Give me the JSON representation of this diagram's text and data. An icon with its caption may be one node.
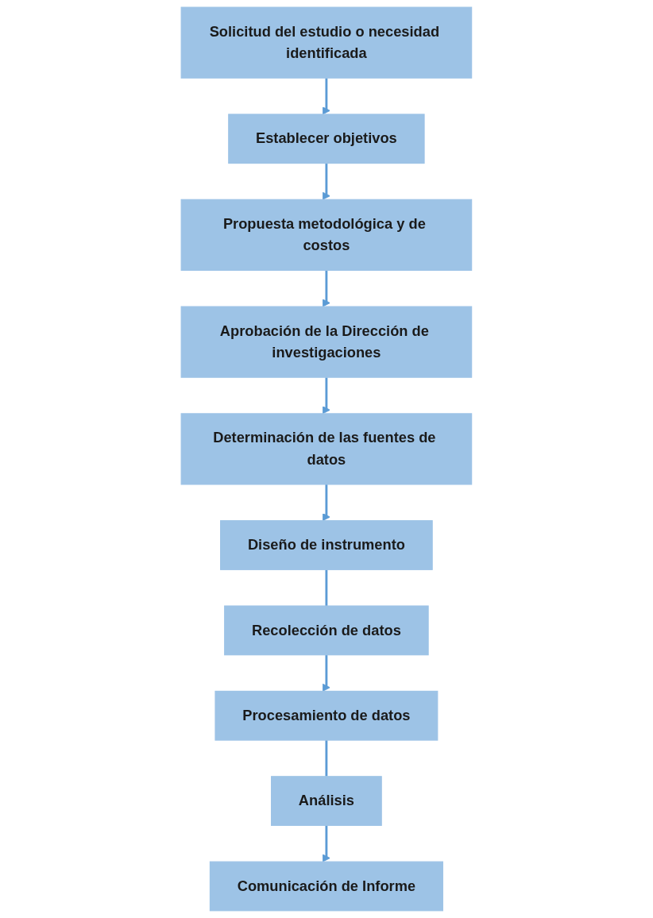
{
  "diagram": {
    "nodes": [
      {
        "text": [
          "Solicitud del estudio o necesidad identificada"
        ]
      },
      {
        "text": [
          "Establecer objetivos"
        ]
      },
      {
        "text": [
          "Propuesta metodológica y de costos"
        ]
      },
      {
        "text": [
          "Aprobación de la Dirección de investigaciones"
        ]
      },
      {
        "text": [
          "Determinación de las fuentes de datos"
        ]
      },
      {
        "text": [
          "Diseño de instrumento"
        ]
      },
      {
        "text": [
          "Recolección de datos"
        ]
      },
      {
        "text": [
          "Procesamiento de datos"
        ]
      },
      {
        "text": [
          "Análisis"
        ]
      },
      {
        "text": [
          "Comunicación de Informe"
        ]
      }
    ],
    "edges": [
      {
        "from": 0,
        "to": 1,
        "arrow": "to"
      },
      {
        "from": 1,
        "to": 2,
        "arrow": "to"
      },
      {
        "from": 2,
        "to": 3,
        "arrow": "to"
      },
      {
        "from": 3,
        "to": 4,
        "arrow": "to"
      },
      {
        "from": 4,
        "to": 5,
        "arrow": "to"
      },
      {
        "from": 5,
        "to": 6,
        "arrow": "none"
      },
      {
        "from": 6,
        "to": 7,
        "arrow": "to"
      },
      {
        "from": 7,
        "to": 8,
        "arrow": "none"
      },
      {
        "from": 8,
        "to": 9,
        "arrow": "to"
      }
    ]
  }
}
